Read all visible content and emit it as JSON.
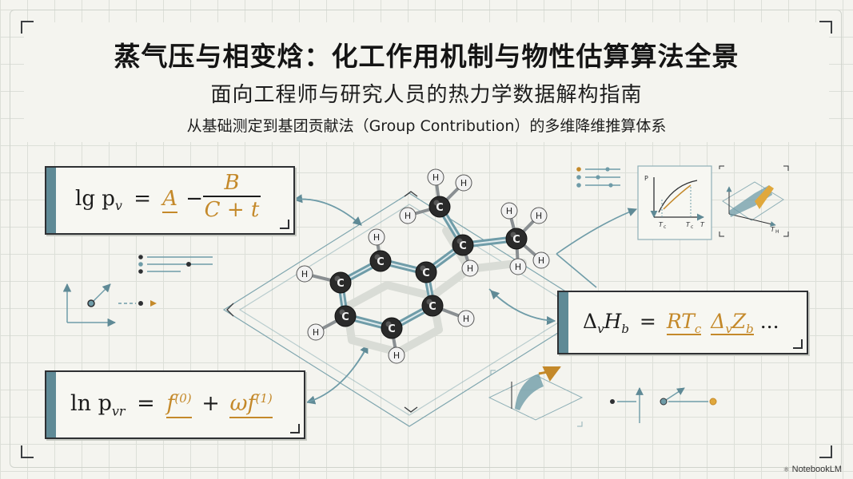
{
  "title": "蒸气压与相变焓：化工作用机制与物性估算算法全景",
  "subtitle": "面向工程师与研究人员的热力学数据解构指南",
  "tagline": "从基础测定到基团贡献法（Group Contribution）的多维降维推算体系",
  "equations": {
    "antoine": {
      "lhs": "lg p",
      "lhs_sub": "v",
      "eq": "=",
      "A": "A",
      "minus": "−",
      "num": "B",
      "den": "C + t"
    },
    "enthalpy": {
      "delta": "Δ",
      "sub_v": "v",
      "H": "H",
      "sub_b": "b",
      "eq": "=",
      "RT": "RT",
      "sub_c": "c",
      "Z": "Z",
      "ellipsis": "..."
    },
    "pitzer": {
      "lhs": "ln p",
      "lhs_sub": "vr",
      "eq": "=",
      "f0": "f",
      "f0_sup": "(0)",
      "plus": "+",
      "omega": "ω",
      "f1": "f",
      "f1_sup": "(1)"
    }
  },
  "molecule": {
    "atoms": {
      "carbon": "C",
      "hydrogen": "H"
    },
    "colors": {
      "carbon": "#2a2a2a",
      "hydrogen": "#f2f2f2",
      "bond": "#6f9ca8"
    }
  },
  "pv_chart": {
    "y_label": "P",
    "x_labels": [
      "T",
      "T",
      "T"
    ],
    "x_subs": [
      "c",
      "c",
      ""
    ]
  },
  "surface_chart": {
    "axis_label": "T",
    "axis_sub": "H"
  },
  "colors": {
    "accent_teal": "#5f8a96",
    "accent_gold": "#c4892a",
    "ink": "#2e3033"
  },
  "brand": "NotebookLM"
}
